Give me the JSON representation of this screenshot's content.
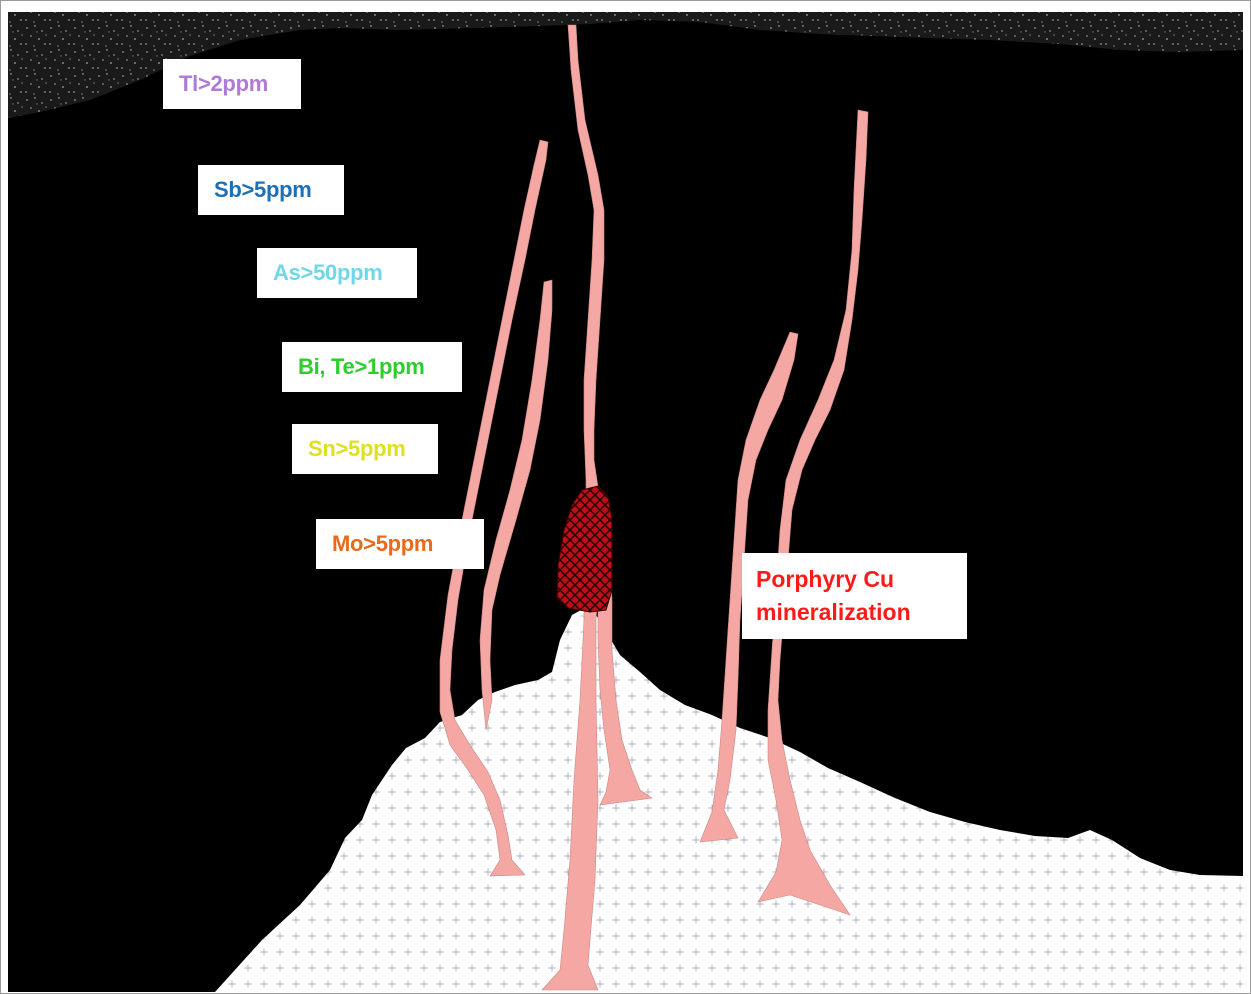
{
  "diagram": {
    "geochem_labels": [
      {
        "text": "Tl>2ppm",
        "color": "#b07ad8"
      },
      {
        "text": "Sb>5ppm",
        "color": "#1f6fb5"
      },
      {
        "text": "As>50ppm",
        "color": "#6fd8e8"
      },
      {
        "text": "Bi, Te>1ppm",
        "color": "#2ecc2e"
      },
      {
        "text": "Sn>5ppm",
        "color": "#e0e020"
      },
      {
        "text": "Mo>5ppm",
        "color": "#e86a1a"
      }
    ],
    "porphyry_label": {
      "line1": "Porphyry Cu",
      "line2": "mineralization",
      "color": "#ff1a1a"
    },
    "colors": {
      "host_rock": "#000000",
      "cover": "#1e1e1e",
      "intrusion": "#ffffff",
      "veins": "#f4a7a3",
      "ore_body": "#c0101a"
    }
  }
}
